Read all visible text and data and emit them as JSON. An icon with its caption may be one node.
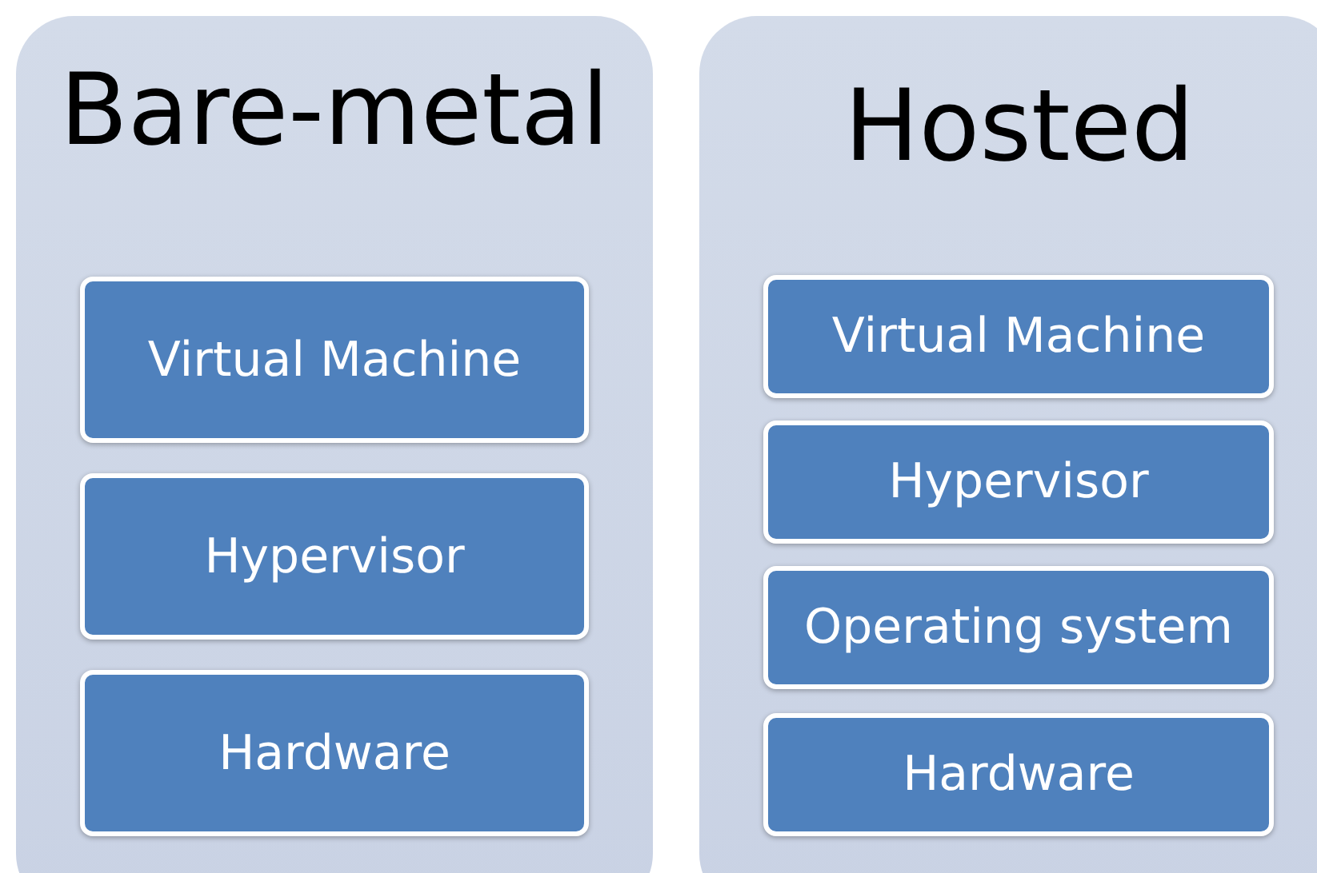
{
  "diagram": {
    "nodes": [
      {
        "text": [
          "Bare-metal"
        ]
      },
      {
        "text": [
          "Virtual Machine"
        ],
        "in": 0
      },
      {
        "text": [
          "Hypervisor"
        ],
        "in": 0
      },
      {
        "text": [
          "Hardware"
        ],
        "in": 0
      },
      {
        "text": [
          "Hosted"
        ]
      },
      {
        "text": [
          "Virtual Machine"
        ],
        "in": 4
      },
      {
        "text": [
          "Hypervisor"
        ],
        "in": 4
      },
      {
        "text": [
          "Operating system"
        ],
        "in": 4
      },
      {
        "text": [
          "Hardware"
        ],
        "in": 4
      }
    ]
  }
}
